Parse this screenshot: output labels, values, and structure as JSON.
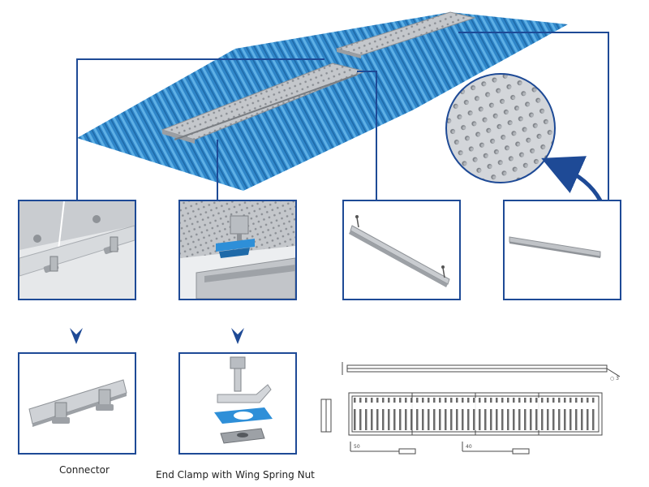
{
  "colors": {
    "frame": "#1e4a96",
    "roof": "#2f86c9",
    "roof_light": "#5eb0e6",
    "walkway": "#b9bcc0",
    "metal": "#cfd2d6",
    "accent_blue": "#2e8fd8",
    "drawing_line": "#4a4a4a"
  },
  "captions": {
    "connector": "Connector",
    "end_clamp": "End Clamp with Wing Spring Nut"
  },
  "drawing": {
    "callout_label": "○ 3",
    "dimension_label_1": "50",
    "dimension_label_2": "40"
  }
}
